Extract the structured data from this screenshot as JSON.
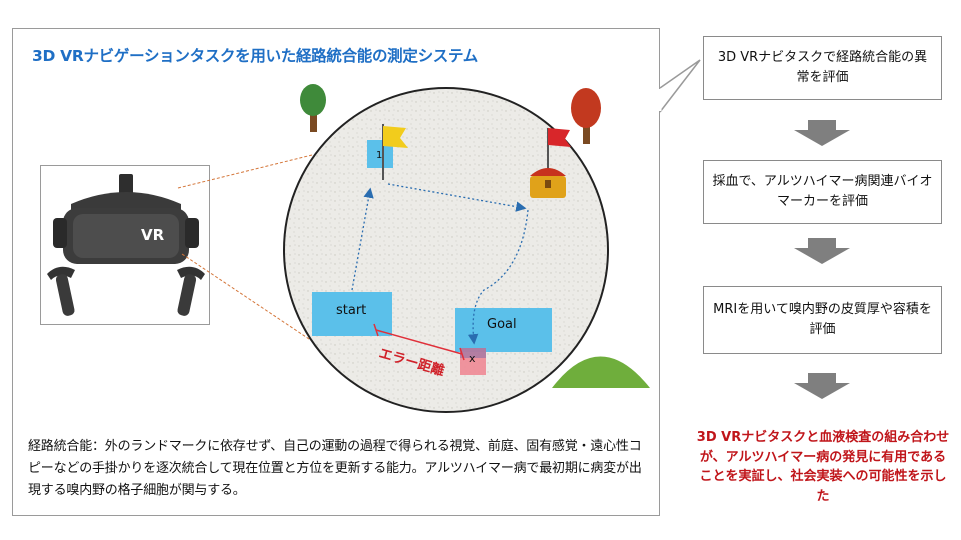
{
  "title": "3D VRナビゲーションタスクを用いた経路統合能の測定システム",
  "vr_label": "VR",
  "map": {
    "start_label": "start",
    "goal_label": "Goal",
    "flag_number": "1",
    "x_marker": "x",
    "error_label": "エラー距離"
  },
  "description": "経路統合能：外のランドマークに依存せず、自己の運動の過程で得られる視覚、前庭、固有感覚・遠心性コピーなどの手掛かりを逐次統合して現在位置と方位を更新する能力。アルツハイマー病で最初期に病変が出現する嗅内野の格子細胞が関与する。",
  "flow": {
    "step1": "3D VRナビタスクで経路統合能の異常を評価",
    "step2": "採血で、アルツハイマー病関連バイオマーカーを評価",
    "step3": "MRIを用いて嗅内野の皮質厚や容積を評価",
    "conclusion": "3D VRナビタスクと血液検査の組み合わせが、アルツハイマー病の発見に有用であることを実証し、社会実装への可能性を示した"
  },
  "colors": {
    "title": "#1f6fc5",
    "conclusion": "#c0151a",
    "box_fill": "#5bc0ea",
    "error_line": "#e0303a",
    "x_box": "#f08a95",
    "flow_arrow": "#7f7f7f",
    "dashed_path": "#2a6db0"
  }
}
